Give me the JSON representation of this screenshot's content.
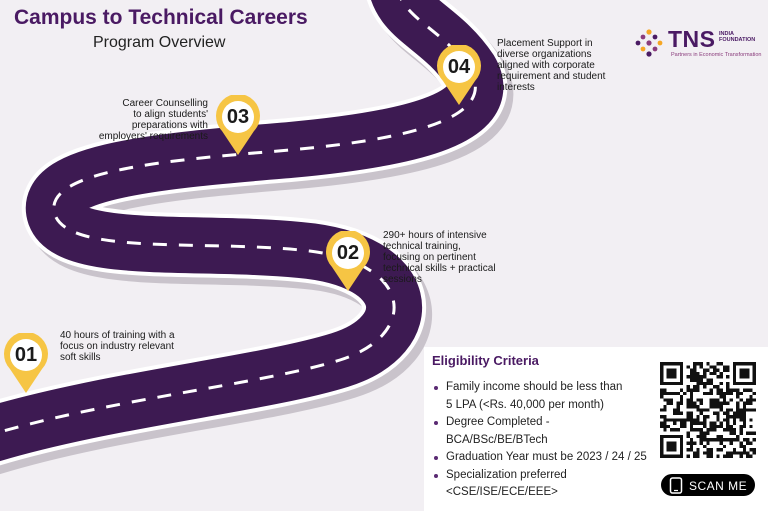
{
  "header": {
    "title": "Campus to Technical Careers",
    "subtitle": "Program Overview"
  },
  "logo": {
    "name": "TNS",
    "sup_line1": "INDIA",
    "sup_line2": "FOUNDATION",
    "tagline": "Partners in Economic Transformation"
  },
  "colors": {
    "brand_purple": "#4a1a63",
    "road": "#3d1a52",
    "pin_yellow": "#f6c544",
    "background": "#f2eff3"
  },
  "steps": [
    {
      "number": "01",
      "lines": [
        "40 hours of training with a",
        "focus on industry relevant",
        "soft skills"
      ]
    },
    {
      "number": "02",
      "lines": [
        "290+ hours of intensive",
        "technical training,",
        "focusing on pertinent",
        "technical skills + practical",
        "sessions"
      ]
    },
    {
      "number": "03",
      "lines": [
        "Career Counselling",
        "to align students'",
        "preparations with",
        "employers' requirements"
      ]
    },
    {
      "number": "04",
      "lines": [
        "Placement Support in",
        "diverse organizations",
        "aligned with corporate",
        "requirement and student",
        "interests"
      ]
    }
  ],
  "eligibility": {
    "title": "Eligibility Criteria",
    "items": [
      {
        "lines": [
          "Family income should be less than",
          "5 LPA (<Rs. 40,000 per month)"
        ]
      },
      {
        "lines": [
          "Degree Completed -",
          "BCA/BSc/BE/BTech"
        ]
      },
      {
        "lines": [
          "Graduation Year must be 2023 / 24 / 25"
        ]
      },
      {
        "lines": [
          "Specialization preferred",
          "<CSE/ISE/ECE/EEE>"
        ]
      }
    ]
  },
  "qr": {
    "scan_label": "SCAN ME",
    "icon": "phone-icon"
  }
}
